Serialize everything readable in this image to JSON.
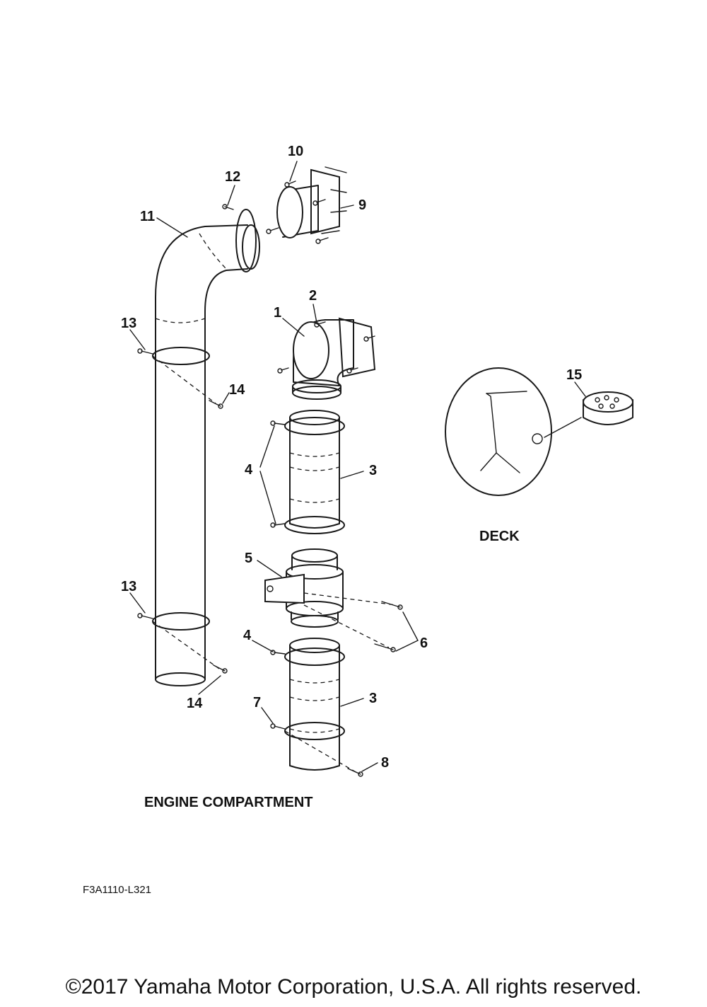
{
  "callouts": {
    "c1": "1",
    "c2": "2",
    "c3a": "3",
    "c3b": "3",
    "c4a": "4",
    "c4b": "4",
    "c5": "5",
    "c6": "6",
    "c7": "7",
    "c8": "8",
    "c9": "9",
    "c10": "10",
    "c11": "11",
    "c12": "12",
    "c13a": "13",
    "c13b": "13",
    "c14a": "14",
    "c14b": "14",
    "c15": "15"
  },
  "sections": {
    "deck": "DECK",
    "engine_compartment": "ENGINE COMPARTMENT"
  },
  "drawing_code": "F3A1110-L321",
  "copyright": "©2017 Yamaha Motor Corporation, U.S.A. All rights reserved."
}
